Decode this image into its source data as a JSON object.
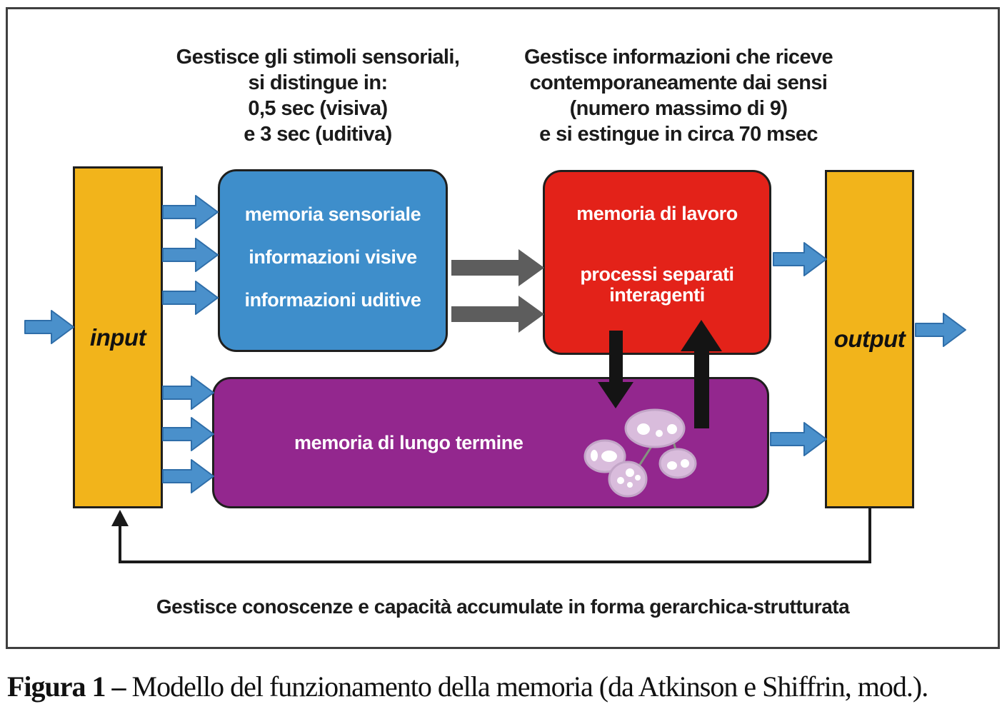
{
  "annotations": {
    "sensory_note": [
      "Gestisce gli stimoli sensoriali,",
      "si distingue in:",
      "0,5 sec (visiva)",
      "e 3 sec (uditiva)"
    ],
    "working_note": [
      "Gestisce informazioni che riceve",
      "contemporaneamente dai sensi",
      "(numero massimo di 9)",
      "e si estingue in circa 70 msec"
    ],
    "longterm_note": "Gestisce conoscenze e capacità accumulate in forma gerarchica-strutturata"
  },
  "boxes": {
    "input": {
      "label": "input",
      "color": "#F2B41B"
    },
    "output": {
      "label": "output",
      "color": "#F2B41B"
    },
    "sensory": {
      "title": "memoria sensoriale",
      "line2": "informazioni visive",
      "line3": "informazioni uditive",
      "color": "#3E8ECB"
    },
    "working": {
      "title": "memoria di lavoro",
      "line2": "processi separati",
      "line3": "interagenti",
      "color": "#E32219"
    },
    "longterm": {
      "title": "memoria di lungo termine",
      "color": "#93278E"
    }
  },
  "caption": {
    "label_bold": "Figura 1 –",
    "text": " Modello del funzionamento della memoria (da Atkinson e Shiffrin, mod.)."
  },
  "colors": {
    "arrow_blue": "#4A90CB",
    "arrow_blue_edge": "#2F6EA9",
    "arrow_gray": "#5D5D5D",
    "arrow_black": "#141414",
    "loop_line": "#1A1A1A",
    "cluster_fill": "#D9BCDC",
    "cluster_edge": "#C2A5C7",
    "cluster_link": "#84927F",
    "cluster_dot": "#FFFFFF"
  }
}
